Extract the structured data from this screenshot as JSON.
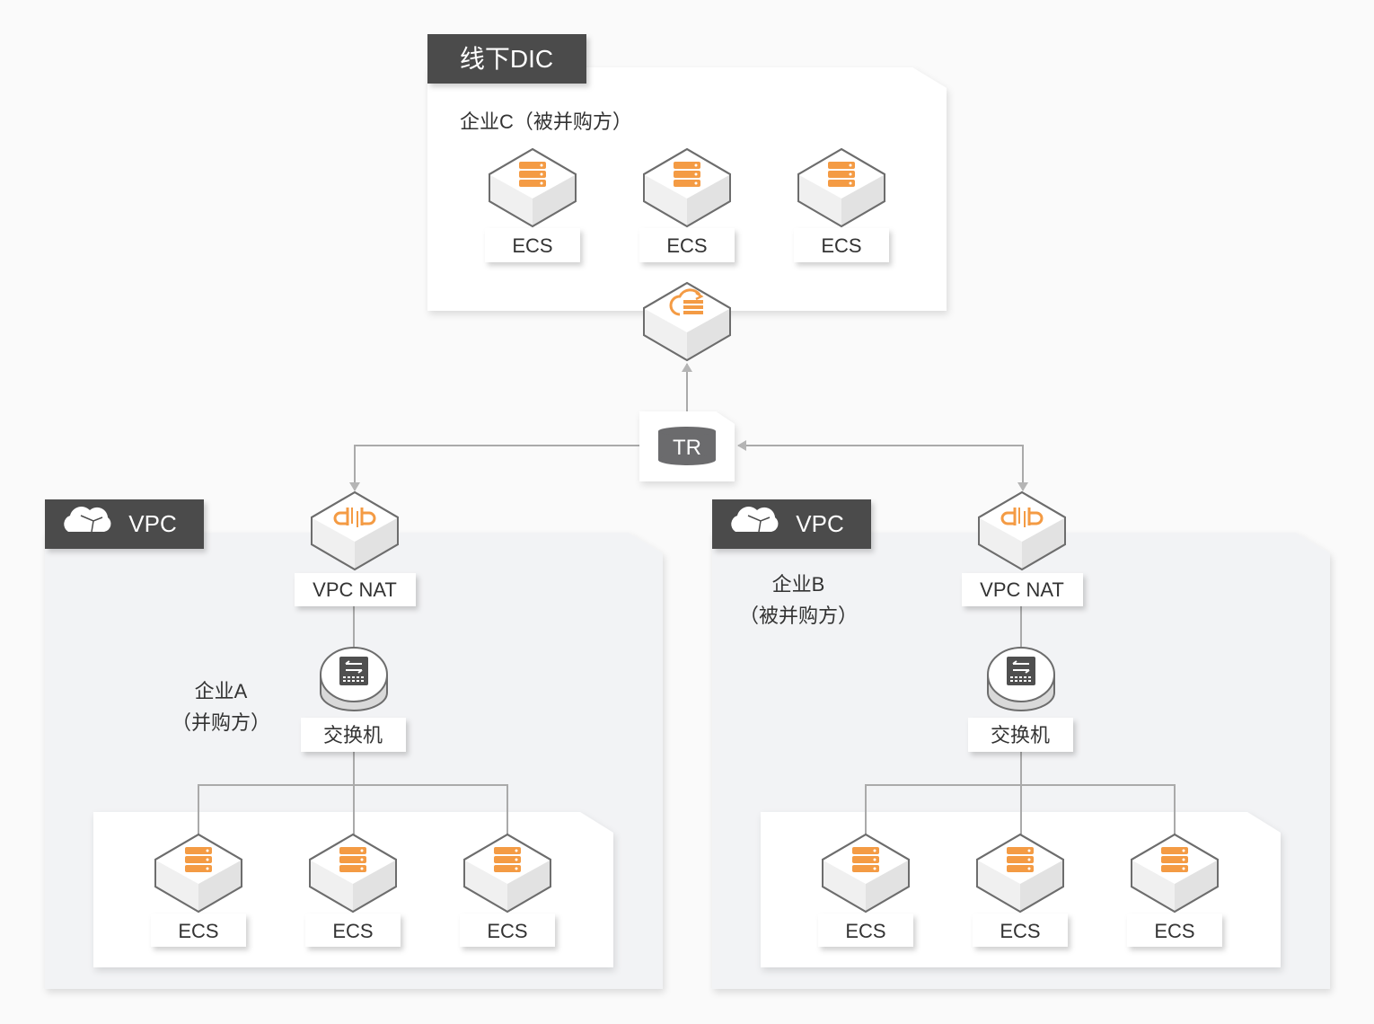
{
  "dic": {
    "tag": "线下DIC",
    "company": "企业C（被并购方）",
    "ecs": [
      "ECS",
      "ECS",
      "ECS"
    ],
    "gateway_icon": "cloud-firewall-icon"
  },
  "tr": {
    "label": "TR"
  },
  "vpc_a": {
    "tag": "VPC",
    "tag_icon": "vpc-cloud-icon",
    "nat_label": "VPC NAT",
    "nat_icon": "nat-gateway-icon",
    "company_line1": "企业A",
    "company_line2": "（并购方）",
    "switch_label": "交换机",
    "switch_icon": "switch-icon",
    "ecs": [
      "ECS",
      "ECS",
      "ECS"
    ]
  },
  "vpc_b": {
    "tag": "VPC",
    "tag_icon": "vpc-cloud-icon",
    "nat_label": "VPC NAT",
    "nat_icon": "nat-gateway-icon",
    "company_line1": "企业B",
    "company_line2": "（被并购方）",
    "switch_label": "交换机",
    "switch_icon": "switch-icon",
    "ecs": [
      "ECS",
      "ECS",
      "ECS"
    ]
  },
  "colors": {
    "accent": "#f49b44",
    "tag_bg": "#4b4b4b",
    "line": "#aaaaaa",
    "vpc_bg": "#f2f3f5",
    "tr_bg": "#6b6b6d"
  }
}
